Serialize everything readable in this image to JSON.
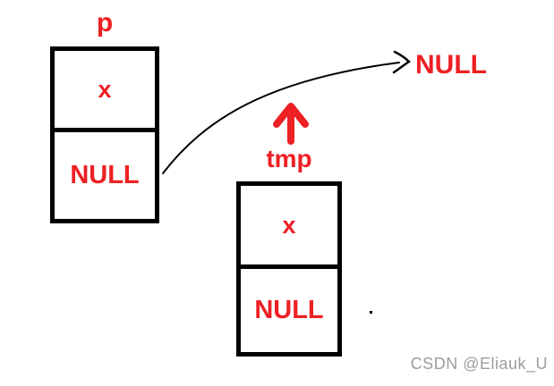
{
  "diagram": {
    "title_hint": "linked list nodes p and tmp with NULL next pointers",
    "p_node": {
      "label": "p",
      "value": "x",
      "next": "NULL"
    },
    "tmp_node": {
      "label": "tmp",
      "value": "x",
      "next": "NULL"
    },
    "pointer_target": "NULL",
    "watermark": "CSDN @Eliauk_U",
    "colors": {
      "accent_red": "#ed2024",
      "line_black": "#000000",
      "watermark_gray": "#9c9c9c",
      "background": "#ffffff"
    },
    "icons": {
      "curved_arrow": "arrow from p next cell to NULL text",
      "up_arrow": "red arrow pointing up above tmp label"
    }
  }
}
